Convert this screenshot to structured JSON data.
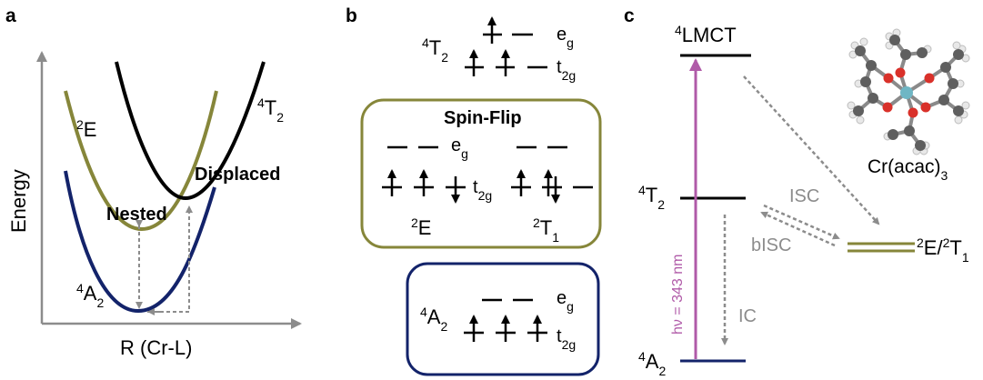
{
  "colors": {
    "olive": "#86863a",
    "navy": "#13236a",
    "black": "#000000",
    "gray": "#8c8c8c",
    "magenta": "#b05aa8",
    "axis": "#8c8c8c"
  },
  "panel_a": {
    "label": "a",
    "ylabel": "Energy",
    "xlabel": "R (Cr-L)",
    "curve_labels": {
      "t2_main": "4",
      "t2_sub": "T",
      "t2_subscript": "2",
      "e_sup": "2",
      "e": "E",
      "a2_sup": "4",
      "a2": "A",
      "a2_subscript": "2"
    },
    "annotations": {
      "nested": "Nested",
      "displaced": "Displaced"
    }
  },
  "panel_b": {
    "label": "b",
    "top_state": {
      "sup": "4",
      "name": "T",
      "sub": "2"
    },
    "eg": {
      "main": "e",
      "sub": "g"
    },
    "t2g": {
      "main": "t",
      "sub": "2g"
    },
    "spinflip_title": "Spin-Flip",
    "state_E": {
      "sup": "2",
      "name": "E"
    },
    "state_T1": {
      "sup": "2",
      "name": "T",
      "sub": "1"
    },
    "ground_state": {
      "sup": "4",
      "name": "A",
      "sub": "2"
    }
  },
  "panel_c": {
    "label": "c",
    "lmct": {
      "sup": "4",
      "name": "LMCT"
    },
    "t2": {
      "sup": "4",
      "name": "T",
      "sub": "2"
    },
    "a2": {
      "sup": "4",
      "name": "A",
      "sub": "2"
    },
    "e_t1": {
      "sup1": "2",
      "name1": "E/",
      "sup2": "2",
      "name2": "T",
      "sub": "1"
    },
    "excitation": "hν = 343 nm",
    "isc": "ISC",
    "bisc": "bISC",
    "ic": "IC",
    "molecule": {
      "main": "Cr(acac)",
      "sub": "3"
    }
  }
}
